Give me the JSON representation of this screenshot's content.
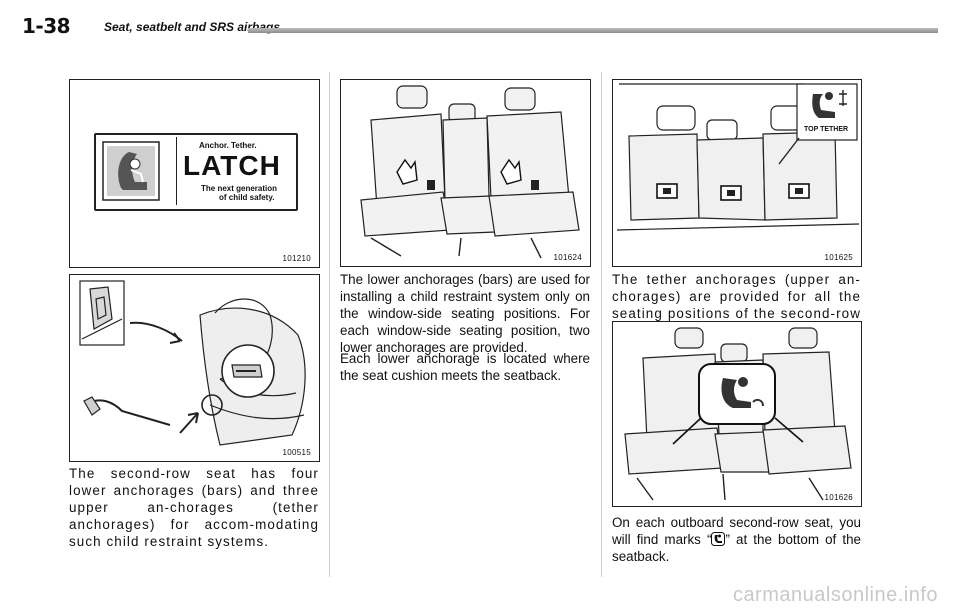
{
  "header": {
    "page_number": "1-38",
    "section_title": "Seat, seatbelt and SRS airbags"
  },
  "figures": {
    "latch_label": {
      "code": "101210",
      "line1": "Anchor. Tether.",
      "line2": "LATCH",
      "line3": "The next generation",
      "line4": "of child safety."
    },
    "anchor_closeup": {
      "code": "100515"
    },
    "lower_anchorages": {
      "code": "101624"
    },
    "tether_anchorages": {
      "code": "101625",
      "tag": "TOP TETHER"
    },
    "seatback_marks": {
      "code": "101626"
    }
  },
  "text": {
    "col1_para1": "The second-row seat has four lower anchorages (bars) and three upper an-chorages (tether anchorages) for accom-modating such child restraint systems.",
    "col2_para1": "The lower anchorages (bars) are used for installing a child restraint system only on the window-side seating positions. For each window-side seating position, two lower anchorages are provided.",
    "col2_para2": "Each lower anchorage is located where the seat cushion meets the seatback.",
    "col3_para1": "The tether anchorages (upper an-chorages) are provided for all the seating positions of the second-row seat.",
    "col3_para2_before": "On each outboard second-row seat, you will find marks “",
    "col3_para2_after": "” at the bottom of the seatback."
  },
  "watermark": "carmanualsonline.info"
}
